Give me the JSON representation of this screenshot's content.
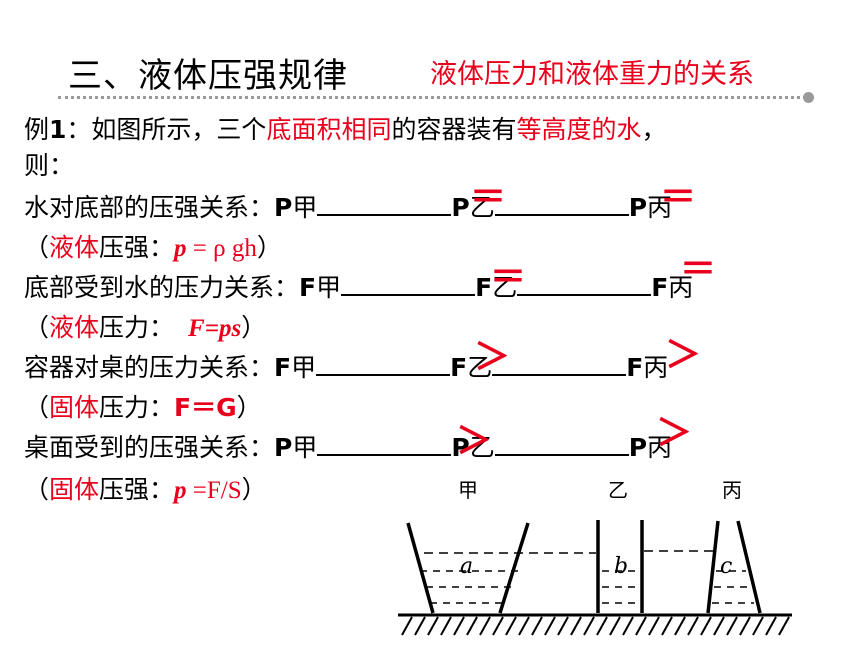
{
  "header": {
    "title": "三、液体压强规律",
    "subtitle": "液体压力和液体重力的关系"
  },
  "example": {
    "prefix": "例",
    "number": "1",
    "text_a": "：如图所示，三个",
    "highlight_1": "底面积相同",
    "text_b": "的容器装有",
    "highlight_2": "等高度的水",
    "text_c": "，",
    "line2": "则："
  },
  "rows": [
    {
      "label": "水对底部的压强关系：",
      "sym": "P",
      "names": [
        "甲",
        "乙",
        "丙"
      ],
      "answers": [
        "＝",
        "＝"
      ],
      "note_open": "（",
      "note_kind": "液体",
      "note_text": "压强：",
      "note_formula_var": "p",
      "note_formula_rest": " = ρ gh",
      "note_close": "）"
    },
    {
      "label": "底部受到水的压力关系：",
      "sym": "F",
      "names": [
        "甲",
        "乙",
        "丙"
      ],
      "answers": [
        "＝",
        "＝"
      ],
      "note_open": "（",
      "note_kind": "液体",
      "note_text": "压力：",
      "note_formula_var": "F=ps",
      "note_formula_rest": "",
      "note_close": "）"
    },
    {
      "label": "容器对桌的压力关系：",
      "sym": "F",
      "names": [
        "甲",
        "乙",
        "丙"
      ],
      "answers": [
        "＞",
        "＞"
      ],
      "note_open": "（",
      "note_kind": "固体",
      "note_text": "压力：",
      "note_formula_var": "",
      "note_formula_rest": "F＝G",
      "note_close": "）"
    },
    {
      "label": "桌面受到的压强关系：",
      "sym": "P",
      "names": [
        "甲",
        "乙",
        "丙"
      ],
      "answers": [
        "＞",
        "＞"
      ],
      "note_open": "（",
      "note_kind": "固体",
      "note_text": "压强：",
      "note_formula_var": "p",
      "note_formula_rest": " =F/S",
      "note_close": "）"
    }
  ],
  "figure": {
    "labels": [
      "甲",
      "乙",
      "丙"
    ],
    "liquid_labels": [
      "a",
      "b",
      "c"
    ]
  }
}
